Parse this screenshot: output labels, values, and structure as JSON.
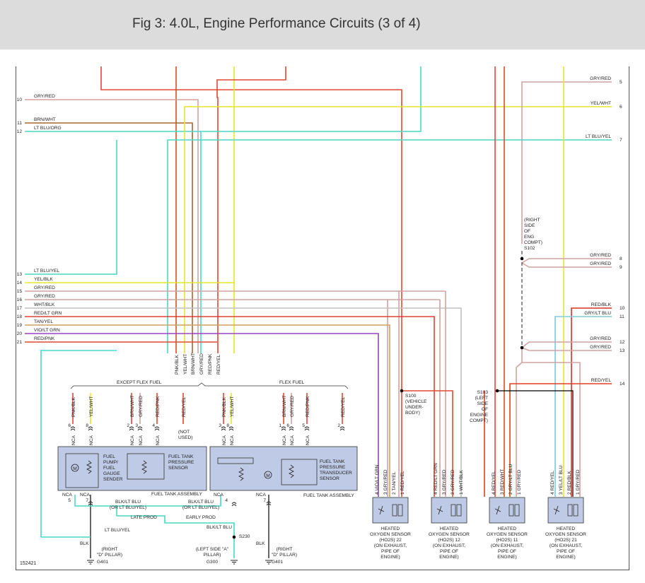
{
  "header": {
    "title": "Fig 3: 4.0L, Engine Performance Circuits (3 of 4)"
  },
  "figure_id": "152421",
  "colors": {
    "gry_red": "#d4a2a2",
    "yel_wht": "#e6e62a",
    "brn_wht": "#a8662a",
    "lt_blu_org": "#48d8c8",
    "lt_blu_yel": "#48d8c8",
    "yel_blk": "#e6e62a",
    "wht_blk": "#c0c0c0",
    "red_lt_grn": "#e04030",
    "tan_yel": "#d0a060",
    "vio_lt_grn": "#a040c0",
    "red_pnk": "#e04a30",
    "red_blk": "#d83020",
    "gry_lt_blu": "#80c8d8",
    "red_yel": "#e04020",
    "black": "#000000",
    "component_fill": "#bfcbe6"
  },
  "left_wires": [
    {
      "num": "10",
      "label": "GRY/RED"
    },
    {
      "num": "11",
      "label": "BRN/WHT"
    },
    {
      "num": "12",
      "label": "LT BLU/ORG"
    },
    {
      "num": "13",
      "label": "LT BLU/YEL"
    },
    {
      "num": "14",
      "label": "YEL/BLK"
    },
    {
      "num": "15",
      "label": "GRY/RED"
    },
    {
      "num": "16",
      "label": "GRY/RED"
    },
    {
      "num": "17",
      "label": "WHT/BLK"
    },
    {
      "num": "18",
      "label": "RED/LT GRN"
    },
    {
      "num": "19",
      "label": "TAN/YEL"
    },
    {
      "num": "20",
      "label": "VIO/LT GRN"
    },
    {
      "num": "21",
      "label": "RED/PNK"
    }
  ],
  "right_wires": [
    {
      "num": "5",
      "label": "GRY/RED"
    },
    {
      "num": "6",
      "label": "YEL/WHT"
    },
    {
      "num": "7",
      "label": "LT BLU/YEL"
    },
    {
      "num": "8",
      "label": "GRY/RED"
    },
    {
      "num": "9",
      "label": "GRY/RED"
    },
    {
      "num": "10",
      "label": "RED/BLK"
    },
    {
      "num": "11",
      "label": "GRY/LT BLU"
    },
    {
      "num": "12",
      "label": "GRY/RED"
    },
    {
      "num": "13",
      "label": "GRY/RED"
    },
    {
      "num": "14",
      "label": "RED/YEL"
    }
  ],
  "splices": {
    "s102": [
      "(RIGHT",
      "SIDE",
      "OF",
      "ENG",
      "COMPT)",
      "S102"
    ],
    "s100": [
      "S100",
      "(VEHICLE",
      "UNDER-",
      "BODY)"
    ],
    "s103": [
      "S103",
      "(LEFT",
      "SIDE",
      "OF",
      "ENGINE",
      "COMPT)"
    ],
    "s230": "S230"
  },
  "vertical_wire_labels": [
    "PNK/BLK",
    "YEL/WHT",
    "BRN/WHT",
    "GRY/RED",
    "RED/PNK",
    "RED/YEL"
  ],
  "groups": {
    "except_flex": "EXCEPT FLEX FUEL",
    "flex": "FLEX FUEL"
  },
  "except_flex_pins": [
    {
      "pin": "6",
      "wire": "PNK/BLK"
    },
    {
      "pin": "8",
      "wire": "YEL/WHT"
    },
    {
      "pin": "2",
      "wire": "BRN/WHT"
    },
    {
      "pin": "3",
      "wire": "GRY/RED"
    },
    {
      "pin": "4",
      "wire": "RED/PNK"
    },
    {
      "pin": "",
      "wire": "RED/YEL"
    }
  ],
  "flex_pins": [
    {
      "pin": "3",
      "wire": "PNK/BLK"
    },
    {
      "pin": "8",
      "wire": "YEL/WHT"
    },
    {
      "pin": "1",
      "wire": "BRN/WHT"
    },
    {
      "pin": "6",
      "wire": "GRY/RED"
    },
    {
      "pin": "5",
      "wire": "RED/PNK"
    },
    {
      "pin": "2",
      "wire": "RED/YEL"
    }
  ],
  "nca": "NCA",
  "not_used": [
    "(NOT",
    "USED)"
  ],
  "fuel_pump": [
    "FUEL",
    "PUMP/",
    "FUEL",
    "GAUGE",
    "SENDER"
  ],
  "ftps": [
    "FUEL TANK",
    "PRESSURE",
    "SENSOR"
  ],
  "ftpts": [
    "FUEL TANK",
    "PRESSURE",
    "TRANSDUCER",
    "SENSOR"
  ],
  "fuel_tank_assembly": "FUEL TANK ASSEMBLY",
  "bottom_pins": {
    "p5": "5",
    "p7a": "7",
    "p4": "4",
    "p7b": "7"
  },
  "bottom_labels": {
    "blk_lt_blu_1": "BLK/LT BLU",
    "or_lt_blu_yel_1": "(OR LT BLU/YEL)",
    "blk_lt_blu_2": "BLK/LT BLU",
    "or_lt_blu_yel_2": "(OR LT BLU/YEL)",
    "late_prod": "LATE PROD",
    "early_prod": "EARLY PROD",
    "lt_blu_yel": "LT BLU/YEL",
    "blk_lt_blu_3": "BLK/LT BLU",
    "blk_1": "BLK",
    "blk_2": "BLK"
  },
  "grounds": [
    {
      "loc": [
        "(RIGHT",
        "\"D\" PILLAR)"
      ],
      "id": "G401"
    },
    {
      "loc": [
        "(LEFT SIDE \"A\"",
        "PILLAR)"
      ],
      "id": "G300"
    },
    {
      "loc": [
        "(RIGHT",
        "\"D\" PILLAR)"
      ],
      "id": "G401"
    }
  ],
  "o2_sensors": [
    {
      "pins": [
        "VIO/LT GRN",
        "GRY/RED",
        "TAN/YEL",
        "RED/YEL"
      ],
      "name": [
        "HEATED",
        "OXYGEN SENSOR",
        "(HO2S) 22",
        "(ON EXHAUST,",
        "PIPE OF",
        "ENGINE)"
      ]
    },
    {
      "pins": [
        "RED/LT GRN",
        "GRY/RED",
        "GRY/RED",
        "WHT/BLK"
      ],
      "name": [
        "HEATED",
        "OXYGEN SENSOR",
        "(HO2S) 12",
        "(ON EXHAUST,",
        "PIPE OF",
        "ENGINE)"
      ]
    },
    {
      "pins": [
        "RED/YEL",
        "RED/WHT",
        "GRY/LT BLU",
        "GRY/RED"
      ],
      "name": [
        "HEATED",
        "OXYGEN SENSOR",
        "(HO2S) 11",
        "(ON EXHAUST,",
        "PIPE OF",
        "ENGINE)"
      ]
    },
    {
      "pins": [
        "RED/YEL",
        "YEL/LT BLU",
        "RED/BLK",
        "GRY/RED"
      ],
      "name": [
        "HEATED",
        "OXYGEN SENSOR",
        "(HO2S) 21",
        "(ON EXHAUST,",
        "PIPE OF",
        "ENGINE)"
      ]
    }
  ],
  "pin_numbers": [
    "4",
    "3",
    "2",
    "1"
  ]
}
